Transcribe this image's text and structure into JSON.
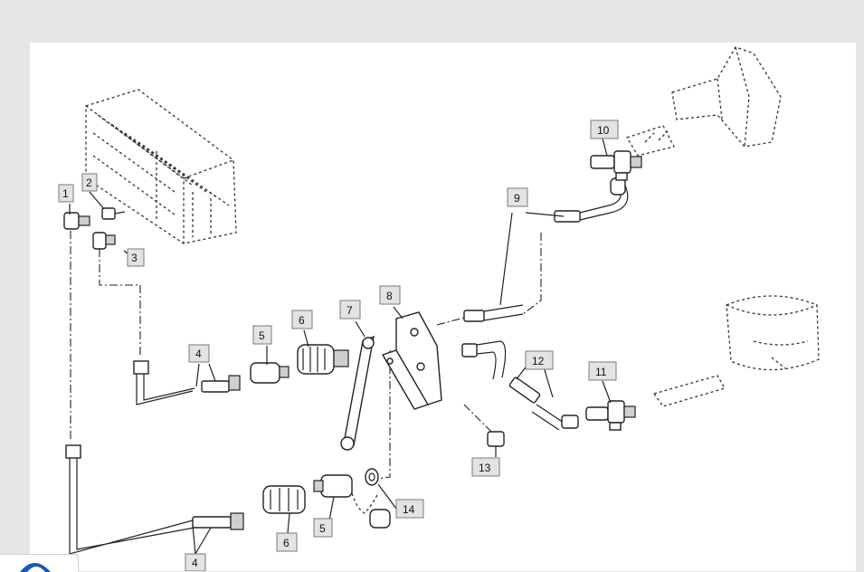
{
  "diagram": {
    "callouts": [
      {
        "id": "c1",
        "label": "1"
      },
      {
        "id": "c2",
        "label": "2"
      },
      {
        "id": "c3",
        "label": "3"
      },
      {
        "id": "c4a",
        "label": "4"
      },
      {
        "id": "c4b",
        "label": "4"
      },
      {
        "id": "c5a",
        "label": "5"
      },
      {
        "id": "c5b",
        "label": "5"
      },
      {
        "id": "c6a",
        "label": "6"
      },
      {
        "id": "c6b",
        "label": "6"
      },
      {
        "id": "c7",
        "label": "7"
      },
      {
        "id": "c8",
        "label": "8"
      },
      {
        "id": "c9",
        "label": "9"
      },
      {
        "id": "c10",
        "label": "10"
      },
      {
        "id": "c11",
        "label": "11"
      },
      {
        "id": "c12",
        "label": "12"
      },
      {
        "id": "c13",
        "label": "13"
      },
      {
        "id": "c14",
        "label": "14"
      }
    ]
  },
  "colors": {
    "page_background": "#e4e6e6",
    "panel_background": "#ffffff",
    "callout_fill": "#e3e3e3",
    "line_color": "#222222",
    "badge_accent": "#1a56c4"
  },
  "icons": [
    "hydraulic-valve-icon",
    "app-logo-icon"
  ]
}
